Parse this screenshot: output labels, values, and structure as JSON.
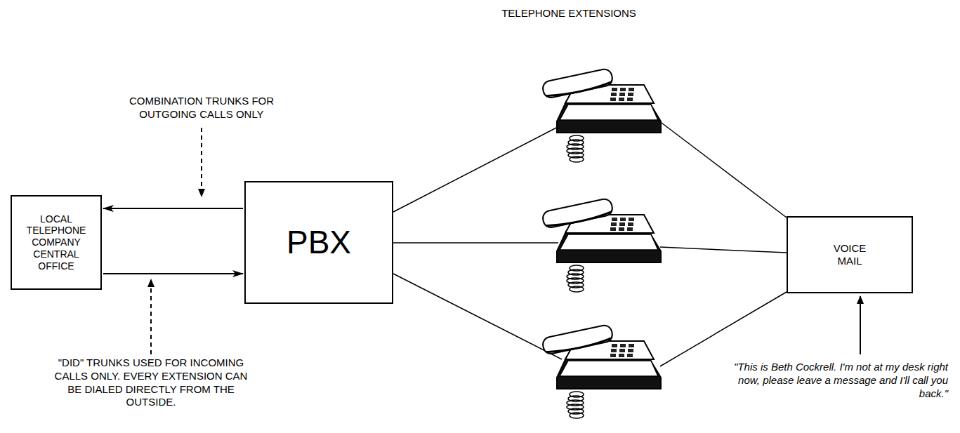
{
  "diagram": {
    "title": "TELEPHONE EXTENSIONS",
    "nodes": [
      {
        "text": [
          "LOCAL TELEPHONE COMPANY CENTRAL OFFICE"
        ]
      },
      {
        "text": [
          "PBX"
        ]
      },
      {
        "text": [
          "VOICE MAIL"
        ]
      }
    ],
    "edges": [
      {
        "from": 1,
        "to": 0,
        "arrow": "to"
      },
      {
        "from": 0,
        "to": 1,
        "arrow": "to"
      }
    ],
    "labels": [
      "COMBINATION TRUNKS FOR OUTGOING CALLS ONLY",
      "\"DID\" TRUNKS USED FOR INCOMING CALLS ONLY. EVERY EXTENSION CAN BE DIALED DIRECTLY FROM THE OUTSIDE.",
      "\"This is Beth Cockrell. I'm not at my desk right now, please leave a message and I'll call you back.\""
    ]
  }
}
